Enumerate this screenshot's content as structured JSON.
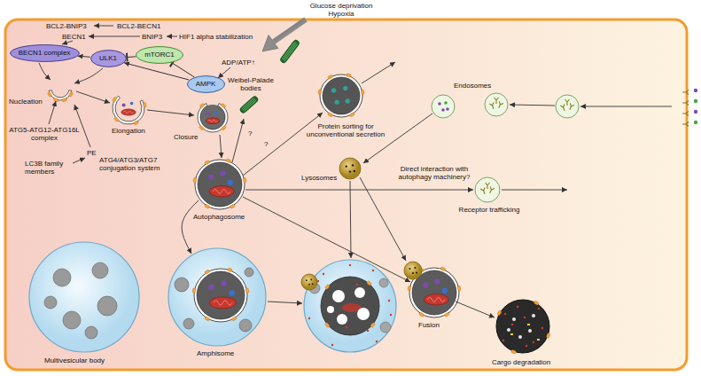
{
  "diagram": {
    "nodes": [
      {
        "text": [
          "BECN1 complex"
        ]
      },
      {
        "text": [
          "ULK1"
        ]
      },
      {
        "text": [
          "mTORC1"
        ]
      },
      {
        "text": [
          "AMPK"
        ]
      }
    ],
    "edges": [
      {
        "from": 3,
        "to": 1,
        "arrow": "to"
      },
      {
        "from": 3,
        "to": 2,
        "arrow": "to"
      },
      {
        "from": 2,
        "to": 1,
        "arrow": "to"
      },
      {
        "from": 1,
        "to": 0,
        "arrow": "to"
      }
    ],
    "labels": [
      "Glucose deprivation",
      "Hypoxia",
      "BCL2-BNIP3",
      "BCL2-BECN1",
      "BECN1",
      "BNIP3",
      "HIF1 alpha stabilization",
      "ADP/ATP↑",
      "Nucleation",
      "Elongation",
      "Closure",
      "Autophagosome",
      "ATG5-ATG12-ATG16L complex",
      "PE",
      "ATG4/ATG3/ATG7 conjugation system",
      "LC3B family members",
      "Weibel-Palade bodies",
      "?",
      "?",
      "Protein sorting for unconventional secretion",
      "Endosomes",
      "Lysosomes",
      "Direct interaction with autophagy machinery?",
      "Receptor trafficking",
      "Multivesicular body",
      "Amphisome",
      "Fusion",
      "Cargo degradation"
    ]
  }
}
